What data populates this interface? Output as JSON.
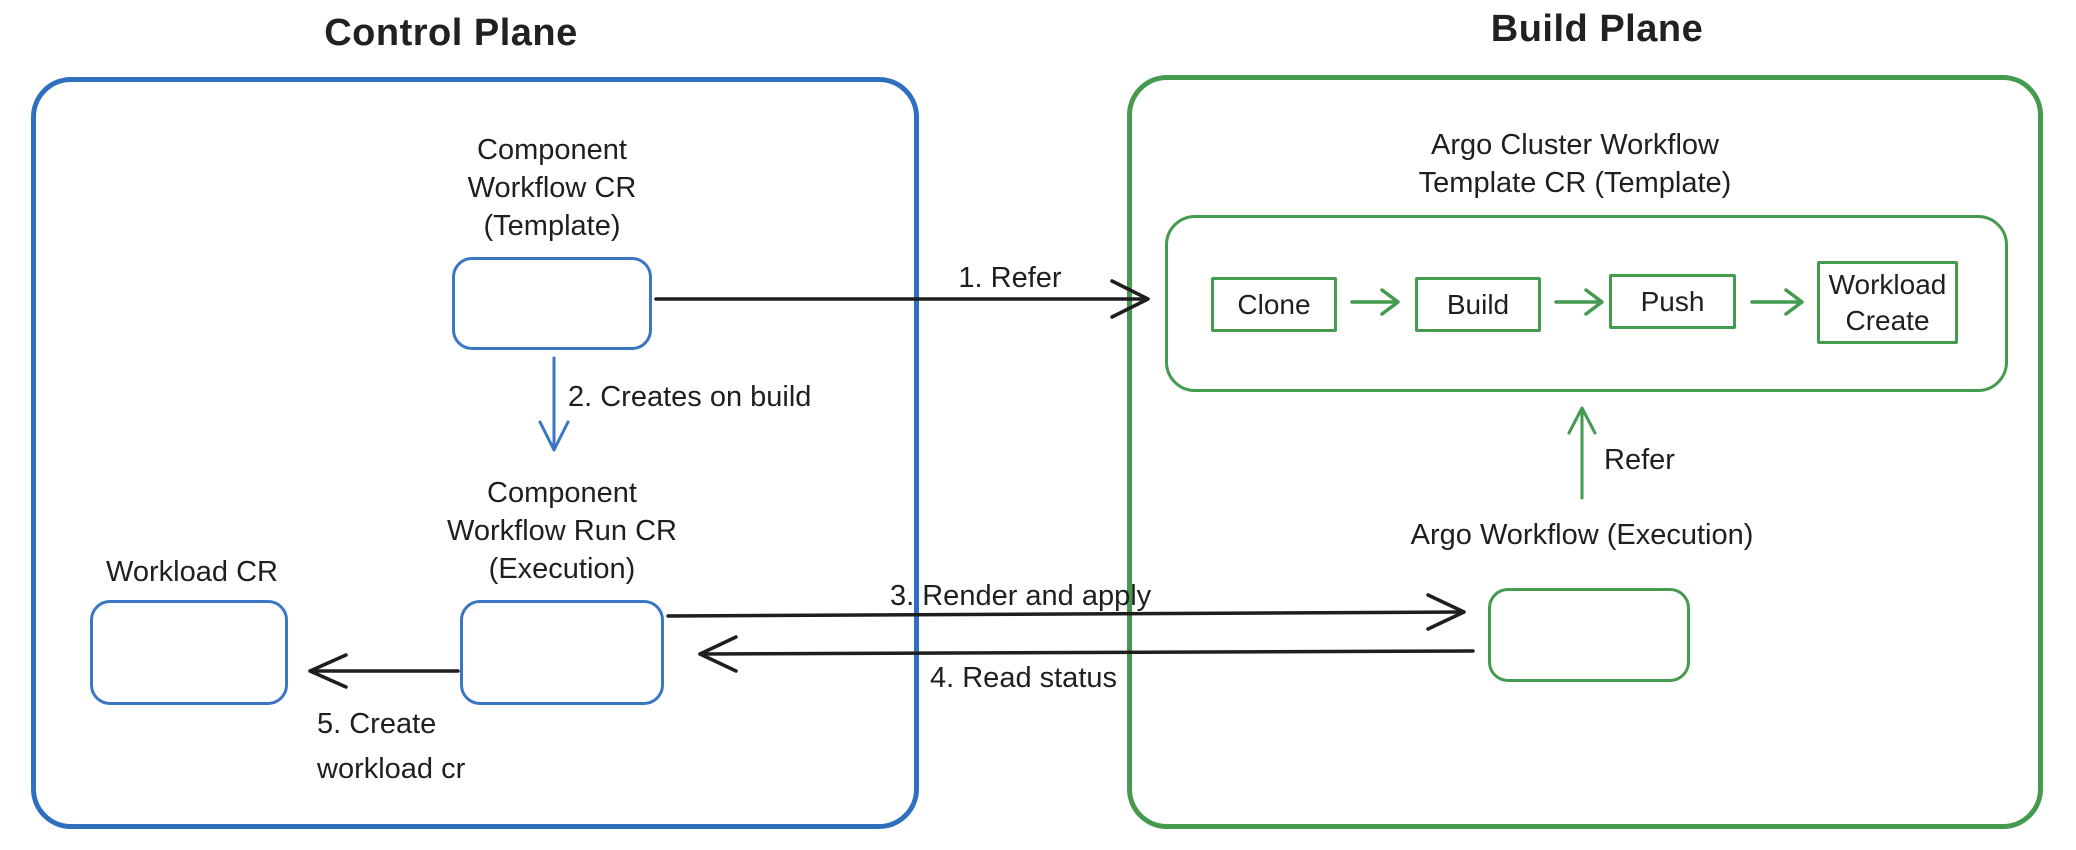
{
  "control_plane": {
    "title": "Control Plane",
    "component_workflow_cr": {
      "line1": "Component",
      "line2": "Workflow CR",
      "line3": "(Template)"
    },
    "component_workflow_run_cr": {
      "line1": "Component",
      "line2": "Workflow Run CR",
      "line3": "(Execution)"
    },
    "workload_cr_label": "Workload CR"
  },
  "build_plane": {
    "title": "Build Plane",
    "argo_cluster_workflow_template": {
      "line1": "Argo Cluster Workflow",
      "line2": "Template CR (Template)"
    },
    "pipeline_steps": [
      "Clone",
      "Build",
      "Push",
      "Workload Create"
    ],
    "refer_label": "Refer",
    "argo_workflow_label": "Argo Workflow (Execution)"
  },
  "arrows": {
    "refer": "1. Refer",
    "creates_on_build": "2. Creates on build",
    "render_and_apply": "3. Render and apply",
    "read_status": "4. Read status",
    "create_workload": {
      "line1": "5. Create",
      "line2": "workload cr"
    }
  },
  "colors": {
    "control_plane_accent": "#2e6fbf",
    "control_plane_node": "#3b76c4",
    "build_plane_accent": "#449a4e",
    "arrow": "#1e1e1e",
    "text": "#1f1f1f"
  }
}
